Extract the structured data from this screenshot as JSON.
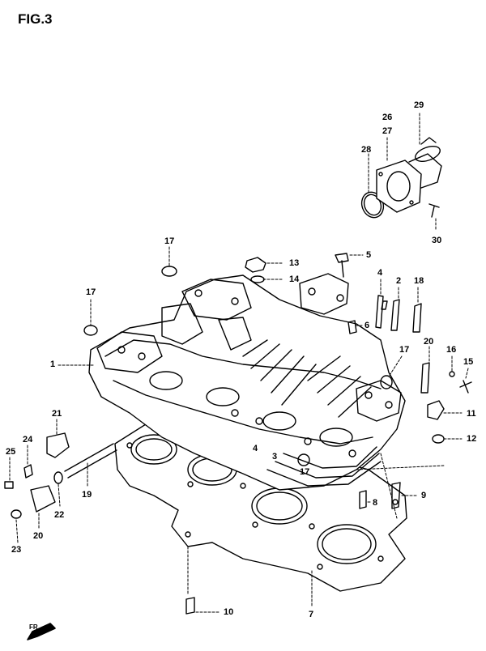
{
  "figure": {
    "title": "FIG.3",
    "front_marker": "FR"
  },
  "callouts": [
    {
      "key": "n29",
      "label": "29"
    },
    {
      "key": "n26",
      "label": "26"
    },
    {
      "key": "n27",
      "label": "27"
    },
    {
      "key": "n28",
      "label": "28"
    },
    {
      "key": "n30",
      "label": "30"
    },
    {
      "key": "n17a",
      "label": "17"
    },
    {
      "key": "n13",
      "label": "13"
    },
    {
      "key": "n5",
      "label": "5"
    },
    {
      "key": "n14",
      "label": "14"
    },
    {
      "key": "n4a",
      "label": "4"
    },
    {
      "key": "n2",
      "label": "2"
    },
    {
      "key": "n18",
      "label": "18"
    },
    {
      "key": "n17b",
      "label": "17"
    },
    {
      "key": "n6",
      "label": "6"
    },
    {
      "key": "n1",
      "label": "1"
    },
    {
      "key": "n20a",
      "label": "20"
    },
    {
      "key": "n17c",
      "label": "17"
    },
    {
      "key": "n16",
      "label": "16"
    },
    {
      "key": "n15",
      "label": "15"
    },
    {
      "key": "n11",
      "label": "11"
    },
    {
      "key": "n12",
      "label": "12"
    },
    {
      "key": "n21",
      "label": "21"
    },
    {
      "key": "n24",
      "label": "24"
    },
    {
      "key": "n25",
      "label": "25"
    },
    {
      "key": "n4b",
      "label": "4"
    },
    {
      "key": "n3",
      "label": "3"
    },
    {
      "key": "n17d",
      "label": "17"
    },
    {
      "key": "n19",
      "label": "19"
    },
    {
      "key": "n22",
      "label": "22"
    },
    {
      "key": "n20b",
      "label": "20"
    },
    {
      "key": "n23",
      "label": "23"
    },
    {
      "key": "n9",
      "label": "9"
    },
    {
      "key": "n8",
      "label": "8"
    },
    {
      "key": "n7",
      "label": "7"
    },
    {
      "key": "n10",
      "label": "10"
    }
  ]
}
